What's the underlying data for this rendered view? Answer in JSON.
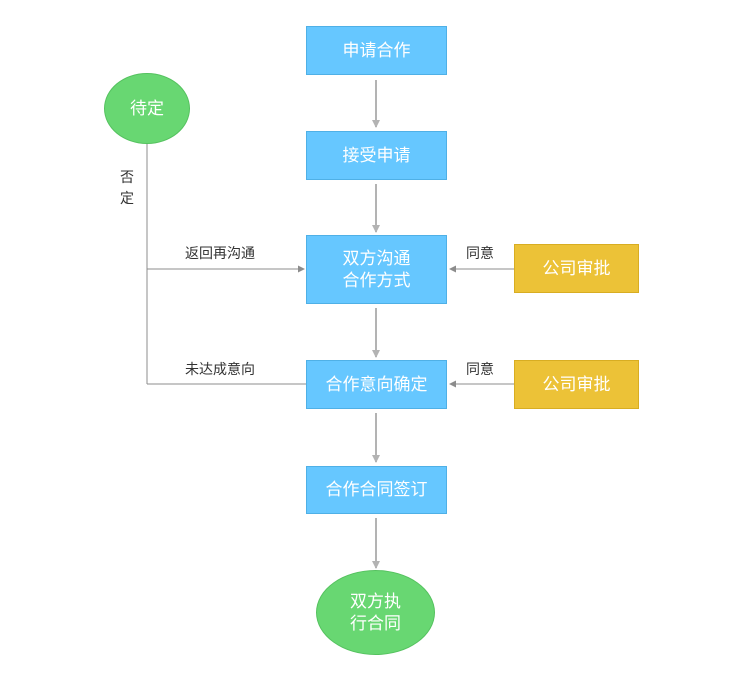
{
  "diagram": {
    "nodes": {
      "apply": "申请合作",
      "accept": "接受申请",
      "communicate": "双方沟通\n合作方式",
      "confirm": "合作意向确定",
      "sign": "合作合同签订",
      "execute": "双方执\n行合同",
      "pending": "待定",
      "approval_1": "公司审批",
      "approval_2": "公司审批"
    },
    "edge_labels": {
      "reject": "否\n定",
      "return_communicate": "返回再沟通",
      "not_reached": "未达成意向",
      "agree_1": "同意",
      "agree_2": "同意"
    },
    "colors": {
      "process_node": "#66c7ff",
      "approval_node": "#ecc237",
      "terminal_node": "#68d772",
      "connector": "#b3b3b3",
      "text_on_node": "#ffffff",
      "edge_label_text": "#333333"
    }
  }
}
